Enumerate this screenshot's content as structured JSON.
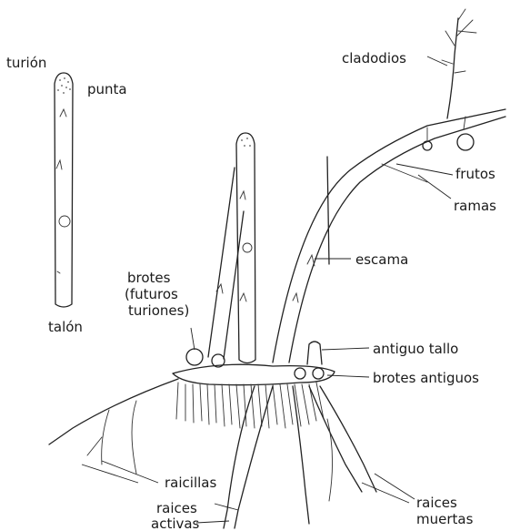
{
  "labels": {
    "turion": "turión",
    "punta": "punta",
    "talon": "talón",
    "cladodios": "cladodios",
    "frutos": "frutos",
    "ramas": "ramas",
    "escama": "escama",
    "brotes_line1": "brotes",
    "brotes_line2": "(futuros",
    "brotes_line3": "turiones)",
    "antiguo_tallo": "antiguo tallo",
    "brotes_antiguos": "brotes antiguos",
    "raicillas": "raicillas",
    "raices_activas_line1": "raices",
    "raices_activas_line2": "activas",
    "raices_muertas_line1": "raices",
    "raices_muertas_line2": "muertas"
  }
}
